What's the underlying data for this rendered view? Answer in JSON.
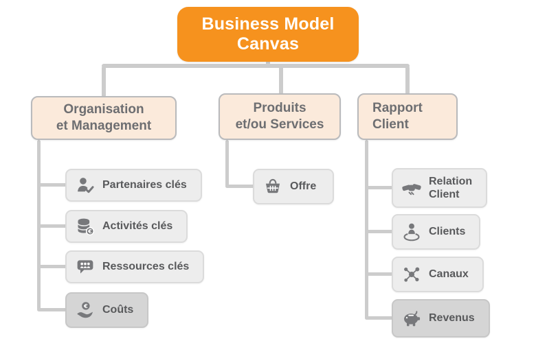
{
  "root": {
    "title": "Business Model\nCanvas"
  },
  "branches": [
    {
      "label": "Organisation\net Management",
      "items": [
        {
          "label": "Partenaires clés",
          "icon": "partner-check-icon",
          "emphasis": false
        },
        {
          "label": "Activités clés",
          "icon": "database-coin-icon",
          "emphasis": false
        },
        {
          "label": "Ressources clés",
          "icon": "chat-people-icon",
          "emphasis": false
        },
        {
          "label": "Coûts",
          "icon": "hand-coin-icon",
          "emphasis": true
        }
      ]
    },
    {
      "label": "Produits\net/ou Services",
      "items": [
        {
          "label": "Offre",
          "icon": "shopping-basket-icon",
          "emphasis": false
        }
      ]
    },
    {
      "label": "Rapport\nClient",
      "items": [
        {
          "label": "Relation\nClient",
          "icon": "handshake-icon",
          "emphasis": false
        },
        {
          "label": "Clients",
          "icon": "person-pin-icon",
          "emphasis": false
        },
        {
          "label": "Canaux",
          "icon": "network-icon",
          "emphasis": false
        },
        {
          "label": "Revenus",
          "icon": "piggy-bank-icon",
          "emphasis": true
        }
      ]
    }
  ],
  "colors": {
    "accent_orange": "#F6921E",
    "category_fill": "#FBEADB",
    "item_fill": "#EDEDED",
    "item_fill_emphasis": "#D5D5D5",
    "connector": "#CCCCCC",
    "category_text": "#6D6E71",
    "item_text": "#58595B",
    "icon": "#77787B"
  }
}
